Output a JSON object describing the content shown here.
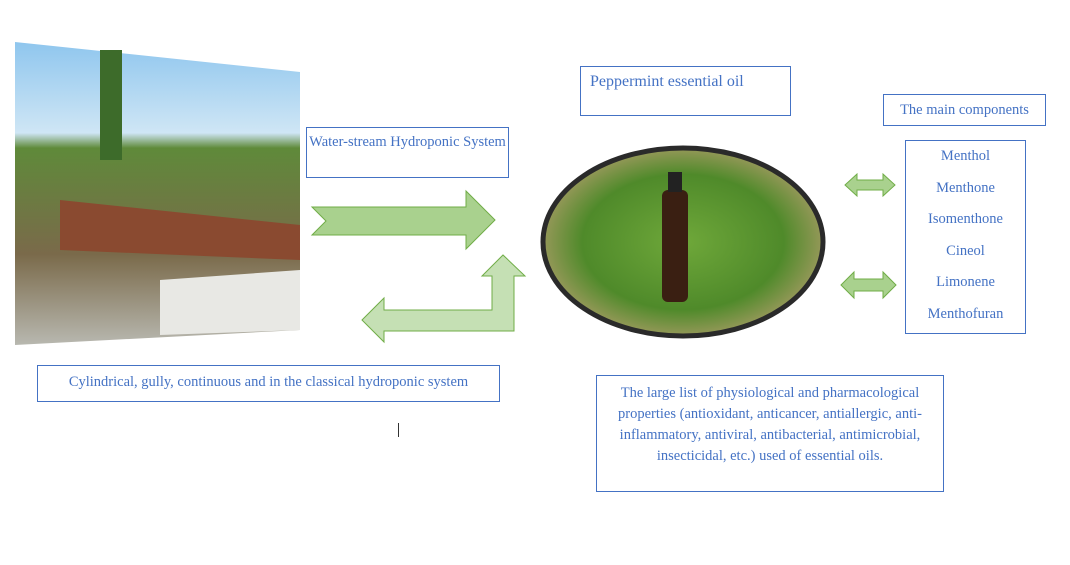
{
  "photo_label": "Water-stream Hydroponic System",
  "oil_title": "Peppermint essential oil",
  "components_title": "The main components",
  "components": [
    "Menthol",
    "Menthone",
    "Isomenthone",
    "Cineol",
    "Limonene",
    "Menthofuran"
  ],
  "hydroponic_caption": "Cylindrical, gully, continuous and in the classical hydroponic system",
  "properties": "The large list of physiological and pharmacological properties (antioxidant, anticancer, antiallergic, anti-inflammatory, antiviral, antibacterial, antimicrobial, insecticidal, etc.) used of essential oils.",
  "colors": {
    "text": "#4472c4",
    "arrow_fill": "#a9d18e",
    "arrow_stroke": "#70ad47"
  }
}
